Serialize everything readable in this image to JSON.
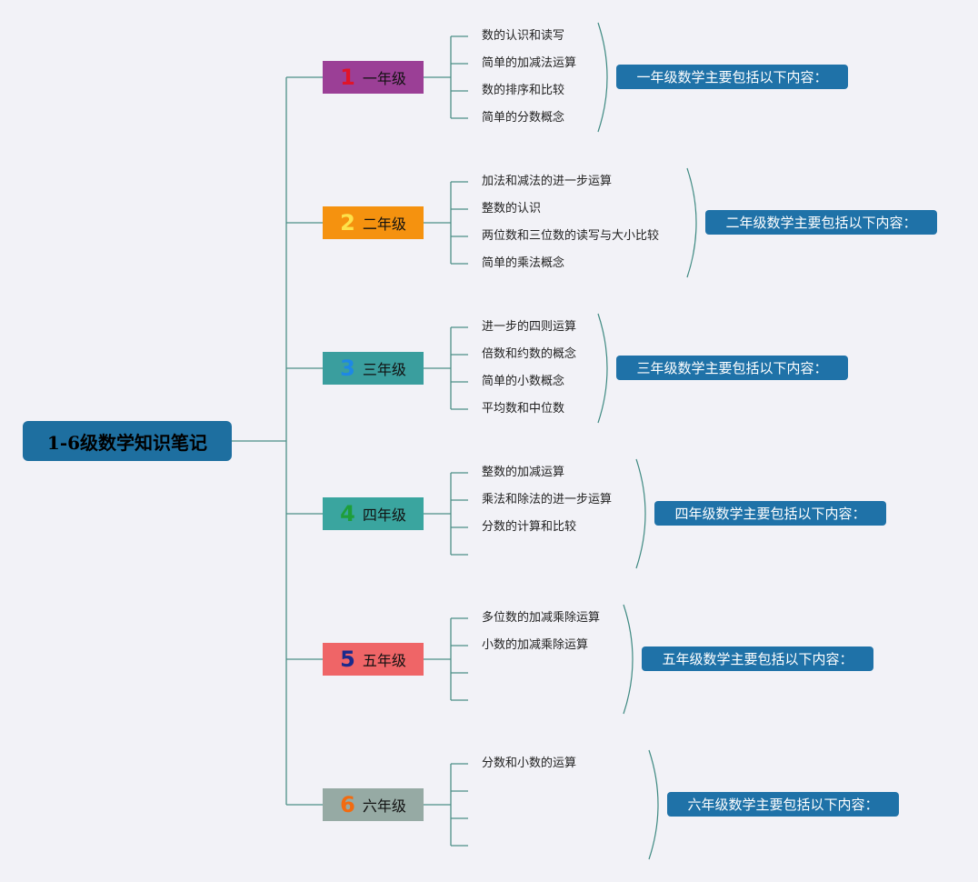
{
  "root": {
    "title": "1-6级数学知识笔记"
  },
  "grades": [
    {
      "number": "1",
      "label": "一年级",
      "box_color": "#9b3f96",
      "number_color": "#e0142a",
      "items": [
        "数的认识和读写",
        "简单的加减法运算",
        "数的排序和比较",
        "简单的分数概念"
      ],
      "summary": "一年级数学主要包括以下内容："
    },
    {
      "number": "2",
      "label": "二年级",
      "box_color": "#f5920f",
      "number_color": "#fde14a",
      "items": [
        "加法和减法的进一步运算",
        "整数的认识",
        "两位数和三位数的读写与大小比较",
        "简单的乘法概念"
      ],
      "summary": "二年级数学主要包括以下内容："
    },
    {
      "number": "3",
      "label": "三年级",
      "box_color": "#3a9e9e",
      "number_color": "#1e88e5",
      "items": [
        "进一步的四则运算",
        "倍数和约数的概念",
        "简单的小数概念",
        "平均数和中位数"
      ],
      "summary": "三年级数学主要包括以下内容："
    },
    {
      "number": "4",
      "label": "四年级",
      "box_color": "#3aa59f",
      "number_color": "#1e9e3a",
      "items": [
        "整数的加减运算",
        "乘法和除法的进一步运算",
        "分数的计算和比较",
        ""
      ],
      "summary": "四年级数学主要包括以下内容："
    },
    {
      "number": "5",
      "label": "五年级",
      "box_color": "#ef6567",
      "number_color": "#1a2a8c",
      "items": [
        "多位数的加减乘除运算",
        "小数的加减乘除运算",
        "",
        ""
      ],
      "summary": "五年级数学主要包括以下内容："
    },
    {
      "number": "6",
      "label": "六年级",
      "box_color": "#96aaa4",
      "number_color": "#f26b10",
      "items": [
        "分数和小数的运算",
        "",
        "",
        ""
      ],
      "summary": "六年级数学主要包括以下内容："
    }
  ],
  "colors": {
    "connector": "#4d8f87",
    "bracket": "#3f8a82",
    "summary_bg": "#1f72a8",
    "root_bg": "#1e6fa0"
  }
}
